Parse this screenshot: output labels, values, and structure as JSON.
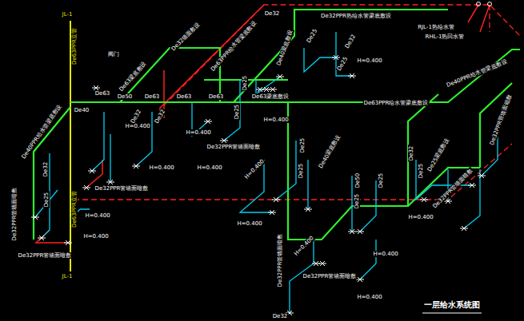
{
  "diagram": {
    "title": "一层给水系统图",
    "labels": [
      "JL-1",
      "De63PPR立管",
      "阀门",
      "De40",
      "De63",
      "De63梁底敷设",
      "De32墙面敷设",
      "De63PPR给水管梁底敷设",
      "De32PPR热给水管梁底敷设",
      "De32",
      "De40梁底敷设",
      "De25",
      "De32",
      "De25",
      "H=0.400",
      "De25",
      "De40PPR给水管梁底敷设",
      "De63PPR给水管梁底敷设",
      "De50",
      "De32",
      "De32",
      "De63",
      "De63",
      "De63",
      "H=0.400",
      "De63梁底敷设",
      "De25",
      "H=0.400",
      "H=0.400",
      "De32PPR管墙面暗敷",
      "De32PPR管墙面暗敷",
      "H=0.400",
      "H=0.400",
      "De40PPR给水管梁底敷设",
      "De32",
      "De25",
      "De32PPR管墙面暗敷",
      "H=0.400",
      "H=0.400",
      "De32PPR管墙面暗敷",
      "De63PPR立管",
      "JL-1",
      "De25",
      "De25",
      "De40梁底敷设",
      "H=0.400",
      "De50",
      "De25",
      "De25",
      "H=0.400",
      "H=0.400",
      "H=0.400",
      "De32PPR管墙面暗敷",
      "De32PPR管墙面暗敷",
      "De32",
      "H=0.400",
      "De32",
      "De25梁底敷设",
      "De25",
      "De32PPR管墙面暗敷",
      "De32PPR管墙面暗敷",
      "H=0.400"
    ],
    "legend": [
      {
        "text": "RJL-1热给水管"
      },
      {
        "text": "RHL-1热回水管"
      }
    ]
  }
}
